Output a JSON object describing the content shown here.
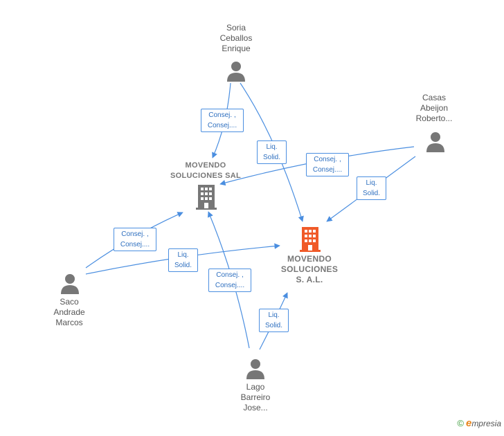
{
  "nodes": {
    "soria": {
      "name": "Soria\nCeballos\nEnrique"
    },
    "casas": {
      "name": "Casas\nAbeijon\nRoberto..."
    },
    "saco": {
      "name": "Saco\nAndrade\nMarcos"
    },
    "lago": {
      "name": "Lago\nBarreiro\nJose..."
    },
    "movendo_sal": {
      "name": "MOVENDO\nSOLUCIONES SAL"
    },
    "movendo_sal_main": {
      "name": "MOVENDO\nSOLUCIONES\nS. A.L."
    }
  },
  "edge_labels": {
    "soria_sal": {
      "l1": "Consej. ,",
      "l2": "Consej...."
    },
    "soria_main": {
      "l1": "Liq.",
      "l2": "Solid."
    },
    "casas_sal": {
      "l1": "Consej. ,",
      "l2": "Consej...."
    },
    "casas_main": {
      "l1": "Liq.",
      "l2": "Solid."
    },
    "saco_sal": {
      "l1": "Consej. ,",
      "l2": "Consej...."
    },
    "saco_main": {
      "l1": "Liq.",
      "l2": "Solid."
    },
    "lago_sal": {
      "l1": "Consej. ,",
      "l2": "Consej...."
    },
    "lago_main": {
      "l1": "Liq.",
      "l2": "Solid."
    }
  },
  "colors": {
    "edge": "#4a8ee0",
    "person": "#777777",
    "company_gray": "#777777",
    "company_main": "#f05a28"
  },
  "footer": {
    "copyright": "©",
    "brand_first": "e",
    "brand_rest": "mpresia"
  }
}
